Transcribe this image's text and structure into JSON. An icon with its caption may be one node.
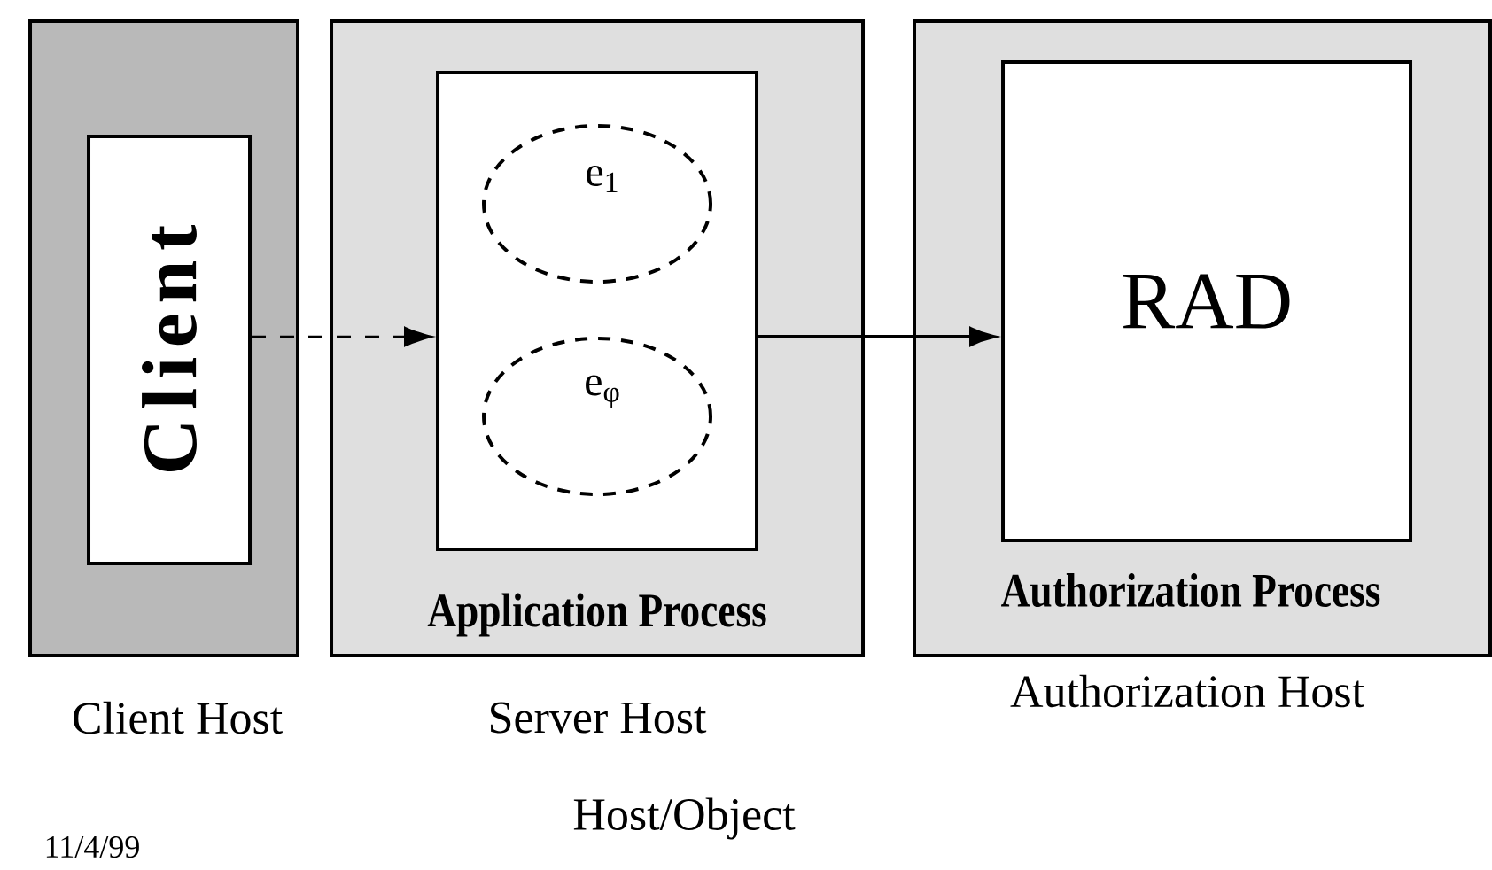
{
  "diagram": {
    "nodes": [
      {
        "text": [
          "Client Host"
        ]
      },
      {
        "text": [
          "Client"
        ],
        "in": 0
      },
      {
        "text": [
          "Application Process",
          "Server Host"
        ]
      },
      {
        "text": [],
        "shape": "box",
        "in": 2
      },
      {
        "text": [
          "e$_{1}$"
        ],
        "in": 3
      },
      {
        "text": [
          "e$_{φ}$"
        ],
        "in": 3
      },
      {
        "text": [
          "Authorization Process",
          "Authorization Host"
        ]
      },
      {
        "text": [
          "RAD"
        ],
        "in": 6
      }
    ],
    "edges": [
      {
        "from": 1,
        "to": 3,
        "arrow": "to",
        "style": "dashed"
      },
      {
        "from": 3,
        "to": 7,
        "arrow": "to"
      }
    ],
    "labels": [
      "Host/Object",
      "11/4/99"
    ]
  }
}
